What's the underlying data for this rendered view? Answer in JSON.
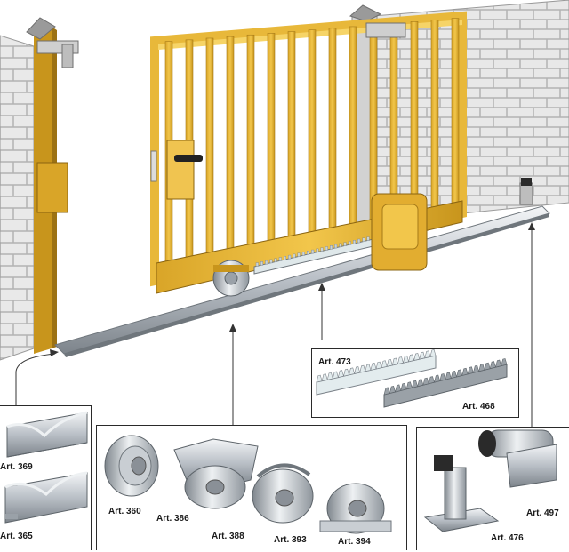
{
  "labels": {
    "art_473": "Art. 473",
    "art_468": "Art. 468",
    "art_369": "Art. 369",
    "art_365": "Art. 365",
    "art_360": "Art. 360",
    "art_386": "Art. 386",
    "art_388": "Art. 388",
    "art_393": "Art. 393",
    "art_394": "Art. 394",
    "art_497": "Art. 497",
    "art_476": "Art. 476"
  },
  "colors": {
    "gate_yellow": "#e8b83a",
    "gate_shadow": "#b98a1e",
    "wall": "#e6e6e6",
    "brick_line": "#b0b0b0",
    "steel": "#c9ced3",
    "steel_dark": "#8a9097",
    "rack_light": "#dfe8ea",
    "rack_dark": "#8d9398"
  }
}
